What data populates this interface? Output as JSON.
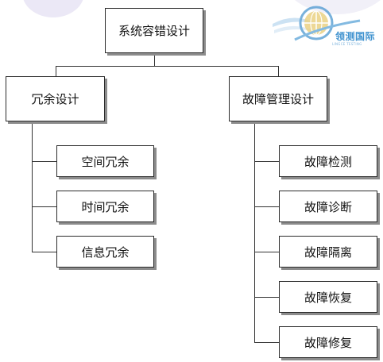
{
  "diagram": {
    "root": {
      "label": "系统容错设计"
    },
    "branches": [
      {
        "label": "冗余设计",
        "children": [
          {
            "label": "空间冗余"
          },
          {
            "label": "时间冗余"
          },
          {
            "label": "信息冗余"
          }
        ]
      },
      {
        "label": "故障管理设计",
        "children": [
          {
            "label": "故障检测"
          },
          {
            "label": "故障诊断"
          },
          {
            "label": "故障隔离"
          },
          {
            "label": "故障恢复"
          },
          {
            "label": "故障修复"
          }
        ]
      }
    ]
  },
  "watermark": {
    "name": "领测国际",
    "subtitle": "LINGCE TESTING",
    "logo_color": "#3f92cf"
  }
}
